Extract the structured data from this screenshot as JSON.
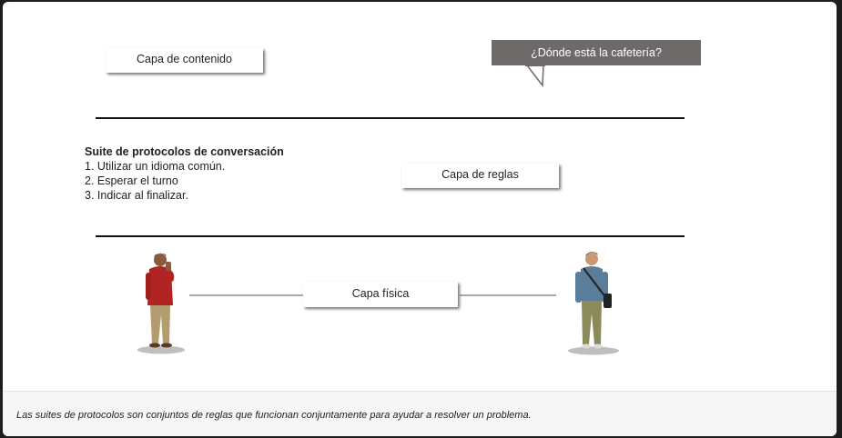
{
  "diagram": {
    "content_layer_label": "Capa de contenido",
    "speech_bubble": "¿Dónde está la cafetería?",
    "rules_layer_label": "Capa de reglas",
    "physical_layer_label": "Capa física",
    "protocol_suite": {
      "title": "Suite de protocolos de conversación",
      "items": [
        "1. Utilizar un idioma común.",
        "2. Esperar el turno",
        "3. Indicar al finalizar."
      ]
    },
    "colors": {
      "bubble": "#6e6a6a",
      "rule_line": "#111111",
      "wire": "#a9a9a9",
      "person_left_shirt": "#b02424",
      "person_right_shirt": "#5a7d9a"
    }
  },
  "caption": "Las suites de protocolos son conjuntos de reglas que funcionan conjuntamente para ayudar a resolver un problema."
}
